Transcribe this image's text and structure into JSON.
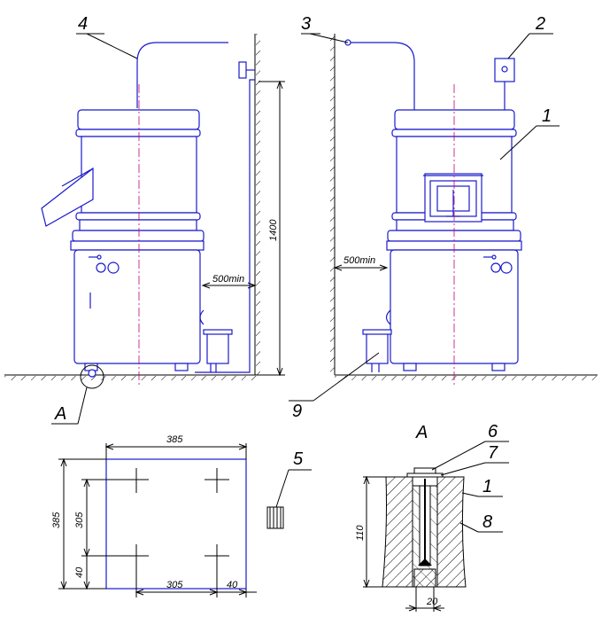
{
  "labels": {
    "n1": "1",
    "n1b": "1",
    "n2": "2",
    "n3": "3",
    "n4": "4",
    "n5": "5",
    "n6": "6",
    "n7": "7",
    "n8": "8",
    "n9": "9",
    "A1": "A",
    "A2": "A"
  },
  "dimensions": {
    "h1400": "1400",
    "gap_left": "500min",
    "gap_right": "500min",
    "w385": "385",
    "h385": "385",
    "h305": "305",
    "h40": "40",
    "w305": "305",
    "w40": "40",
    "d110": "110",
    "d20": "20"
  },
  "colors": {
    "machine": "#1a1acc",
    "centerline": "#c0007a",
    "hatch": "#000000"
  }
}
